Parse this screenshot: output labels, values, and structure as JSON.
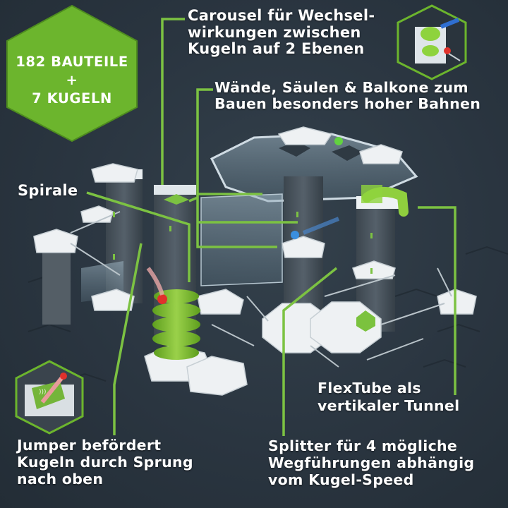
{
  "badge": {
    "line1": "182 BAUTEILE",
    "line2": "+",
    "line3": "7 KUGELN",
    "color": "#6cb52d"
  },
  "callouts": {
    "carousel": {
      "lines": [
        "Carousel für Wechsel-",
        "wirkungen zwischen",
        "Kugeln auf 2 Ebenen"
      ]
    },
    "walls": {
      "lines": [
        "Wände, Säulen & Balkone zum",
        "Bauen besonders hoher Bahnen"
      ]
    },
    "spiral": {
      "lines": [
        "Spirale"
      ]
    },
    "jumper": {
      "lines": [
        "Jumper befördert",
        "Kugeln durch Sprung",
        "nach oben"
      ]
    },
    "flextube": {
      "lines": [
        "FlexTube als",
        "vertikaler Tunnel"
      ]
    },
    "splitter": {
      "lines": [
        "Splitter für 4 mögliche",
        "Wegführungen abhängig",
        "vom Kugel-Speed"
      ]
    }
  },
  "insets": {
    "carousel_detail": "carousel-detail-image",
    "jumper_detail": "jumper-detail-image"
  },
  "colors": {
    "background": "#2b3640",
    "accent_green": "#6cb52d",
    "leader_line": "#7cc242",
    "text": "#ffffff"
  }
}
